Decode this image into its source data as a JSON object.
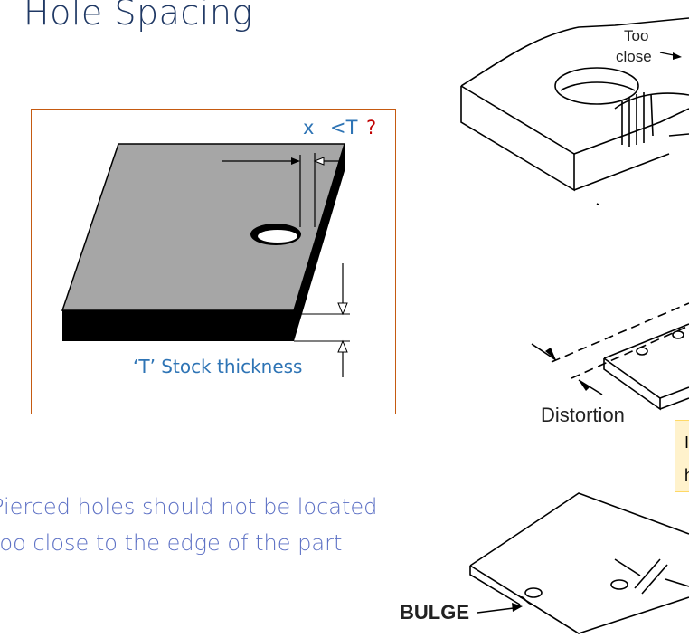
{
  "slide": {
    "title": "Hole Spacing",
    "bullet_lines": [
      "Pierced holes should not be located",
      "too close to the edge of the part"
    ]
  },
  "left_figure": {
    "x_label": "x",
    "lt_label": "<T",
    "question_mark": "?",
    "thickness_label": "‘T’ Stock thickness"
  },
  "right_figures": {
    "too_close_line1": "Too",
    "too_close_line2": "close",
    "distortion_label": "Distortion",
    "bulge_label": "BULGE"
  },
  "note_box": {
    "line1": "I",
    "line2": "h"
  },
  "colors": {
    "title": "#1f3864",
    "accent_blue": "#2e74b5",
    "question_red": "#c00000",
    "box_border": "#c55a11",
    "note_fill": "#fff2cc"
  }
}
